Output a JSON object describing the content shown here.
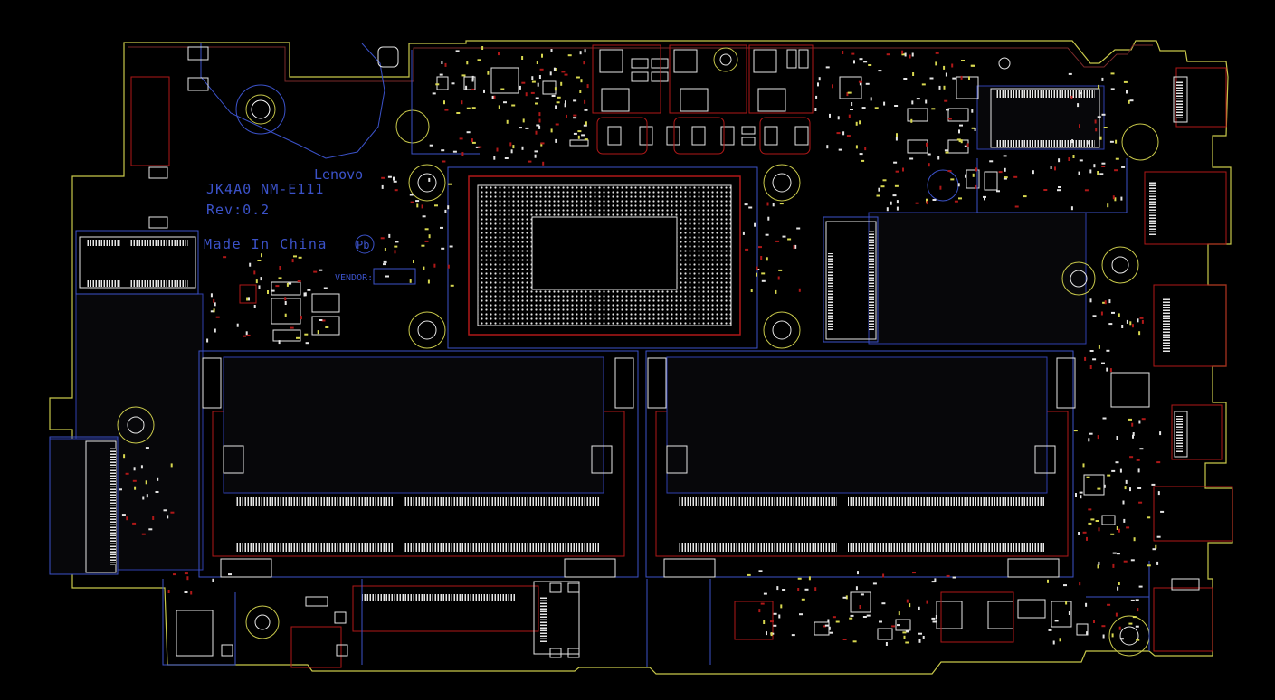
{
  "board": {
    "model_line1": "JK4A0 NM-E111",
    "model_line2": "Rev:0.2",
    "made_in": "Made In China",
    "pb_mark": "Pb",
    "vendor_label": "VENDOR:",
    "brand_logo": "Lenovo"
  },
  "colors": {
    "background": "#000000",
    "outline": "#c8c84a",
    "silkscreen": "#3b52c9",
    "copper": "#b01818",
    "pads": "#e6e6e6",
    "vias": "#d8d850",
    "magenta": "#c020c0"
  }
}
